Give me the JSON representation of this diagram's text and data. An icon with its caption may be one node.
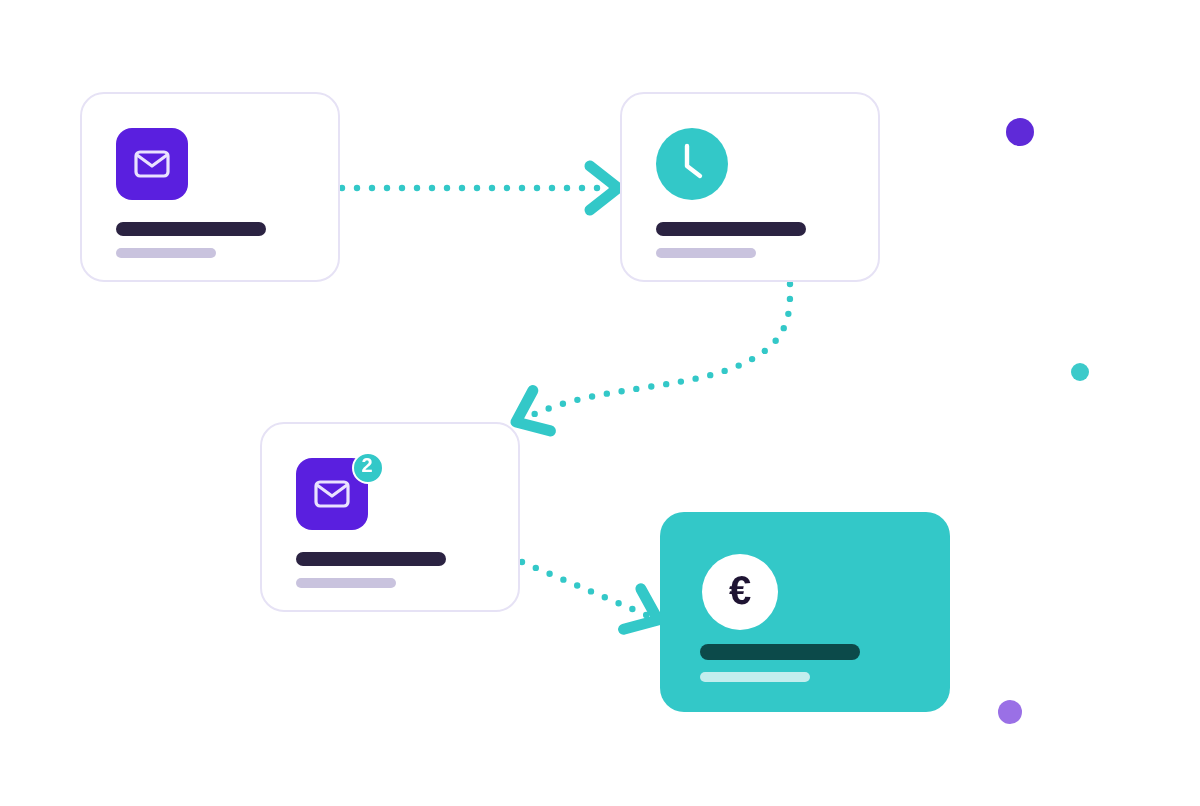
{
  "diagram": {
    "nodes": [
      {
        "text": [],
        "shape": "box"
      },
      {
        "text": [],
        "shape": "box"
      },
      {
        "text": [
          "2"
        ]
      },
      {
        "text": [
          "€"
        ]
      }
    ],
    "edges": [
      {
        "from": 0,
        "to": 1,
        "arrow": "to"
      },
      {
        "from": 1,
        "to": 2,
        "arrow": "to"
      },
      {
        "from": 2,
        "to": 3,
        "arrow": "to"
      }
    ]
  }
}
